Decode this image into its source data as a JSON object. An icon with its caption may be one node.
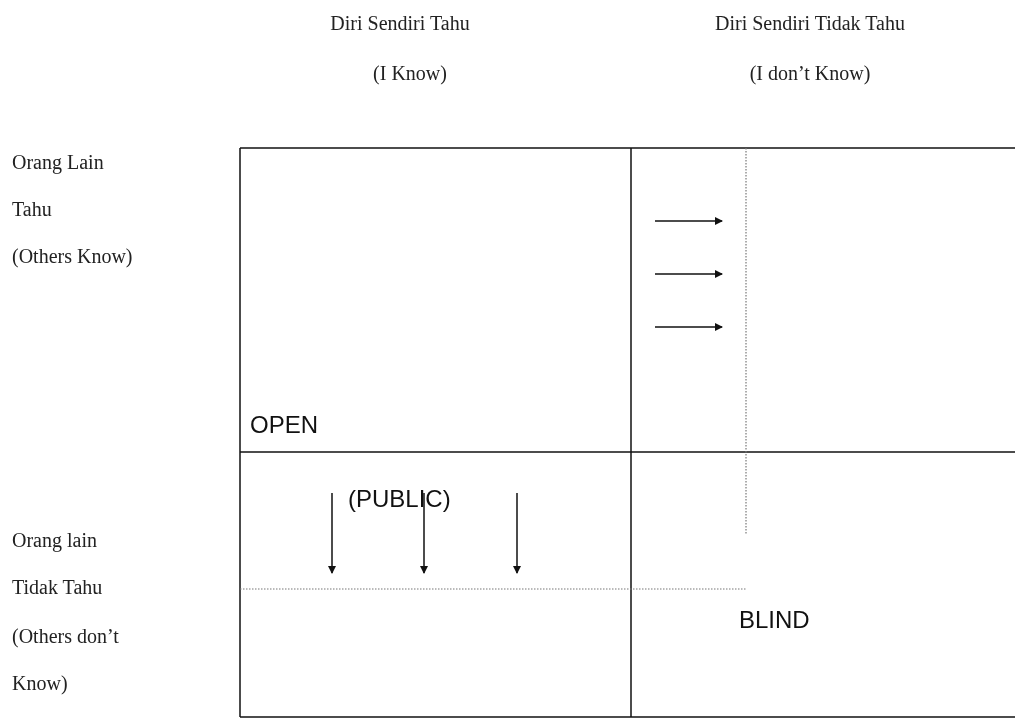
{
  "diagram": {
    "labels": [
      "Diri Sendiri Tahu",
      "Diri Sendiri Tidak Tahu",
      "(I Know)",
      "(I don’t Know)",
      "Orang Lain Tahu",
      "(Others Know)",
      "OPEN",
      "(PUBLIC)",
      "Orang lain Tidak Tahu",
      "BLIND",
      "(Others don’t Know)"
    ]
  }
}
